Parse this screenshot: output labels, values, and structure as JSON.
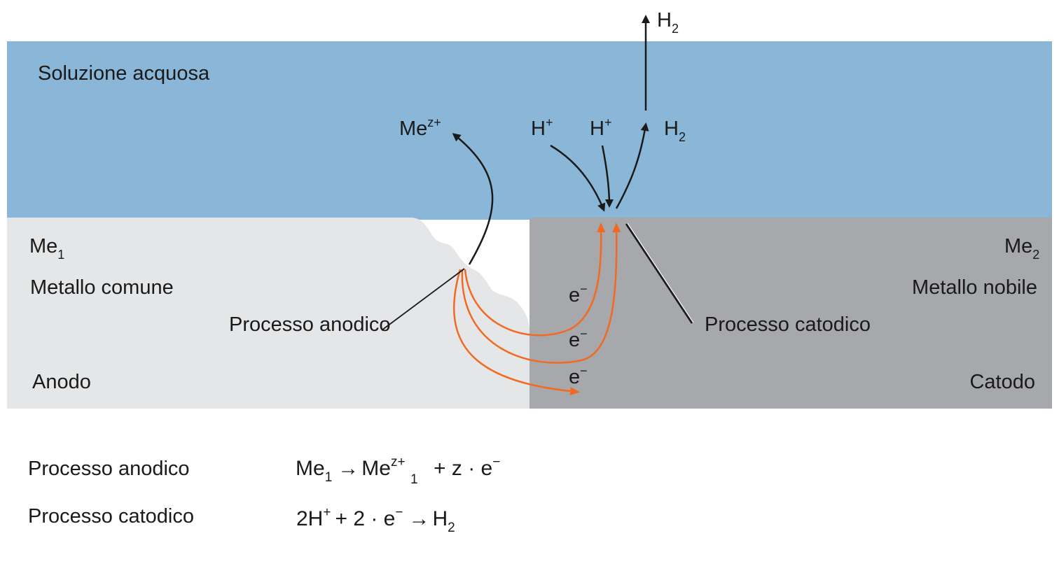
{
  "solution": {
    "label": "Soluzione acquosa"
  },
  "anode_metal": {
    "symbol": "Me",
    "symbol_sub": "1",
    "name": "Metallo comune",
    "role": "Anodo"
  },
  "cathode_metal": {
    "symbol": "Me",
    "symbol_sub": "2",
    "name": "Metallo nobile",
    "role": "Catodo"
  },
  "species": {
    "metal_ion": "Me",
    "metal_ion_sup": "z+",
    "proton_1": "H",
    "proton_1_sup": "+",
    "proton_2": "H",
    "proton_2_sup": "+",
    "hydrogen": "H",
    "hydrogen_sub": "2",
    "hydrogen_top": "H",
    "hydrogen_top_sub": "2",
    "electron_1": "e",
    "electron_1_sup": "−",
    "electron_2": "e",
    "electron_2_sup": "−",
    "electron_3": "e",
    "electron_3_sup": "−"
  },
  "callouts": {
    "anodic": "Processo anodico",
    "cathodic": "Processo catodico"
  },
  "reactions": {
    "anodic": {
      "label": "Processo anodico",
      "p1": "Me",
      "p1_sub": "1",
      "arrow": "→",
      "p2": "Me",
      "p2_sup": "z+",
      "p2_sub": "1",
      "p3": "+ z · e",
      "p3_sup": "−"
    },
    "cathodic": {
      "label": "Processo catodico",
      "p1": "2H",
      "p1_sup": "+",
      "p2": "+ 2 · e",
      "p2_sup": "−",
      "arrow": "→",
      "p3": "H",
      "p3_sub": "2"
    }
  },
  "colors": {
    "solution": "#8ab6d8",
    "anode": "#e5e6e8",
    "cathode": "#a7a8ab",
    "electron_flow": "#f26a21",
    "arrows": "#1a1a1a"
  }
}
